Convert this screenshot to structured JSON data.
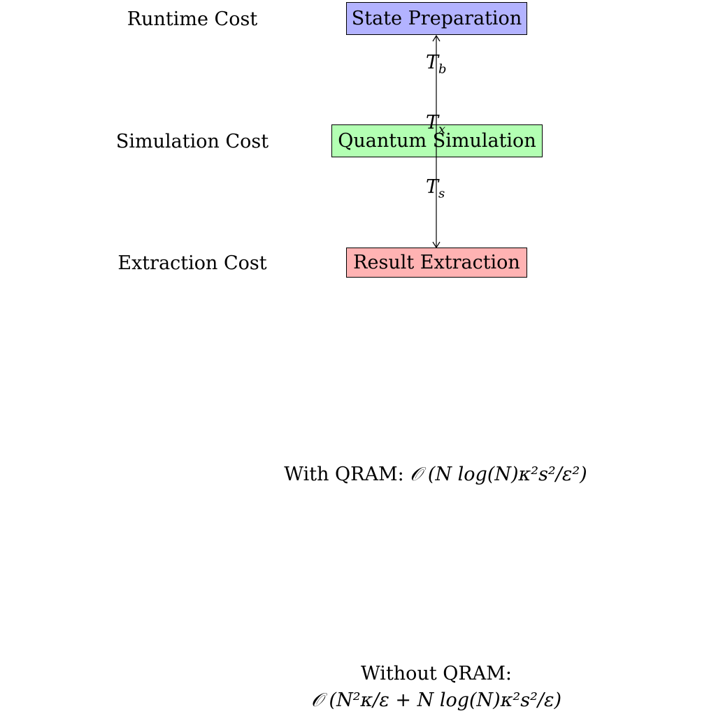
{
  "stage_labels": {
    "runtime": "Runtime Cost",
    "simulation": "Simulation Cost",
    "extraction": "Extraction Cost"
  },
  "boxes": {
    "state_preparation": {
      "label": "State Preparation",
      "fill": "#b3b3ff"
    },
    "quantum_simulation": {
      "label": "Quantum Simulation",
      "fill": "#b3ffb3"
    },
    "result_extraction": {
      "label": "Result Extraction",
      "fill": "#ffb3b3"
    }
  },
  "costs": {
    "tb": {
      "base": "T",
      "sub": "b"
    },
    "tx": {
      "base": "T",
      "sub": "x"
    },
    "ts": {
      "base": "T",
      "sub": "s"
    }
  },
  "complexity": {
    "with_qram_prefix": "With QRAM: ",
    "with_qram_expr": "𝒪 (N log(N)κ²s²/ε²)",
    "without_qram_title": "Without QRAM:",
    "without_qram_expr": "𝒪 (N²κ/ε + N log(N)κ²s²/ε)"
  }
}
